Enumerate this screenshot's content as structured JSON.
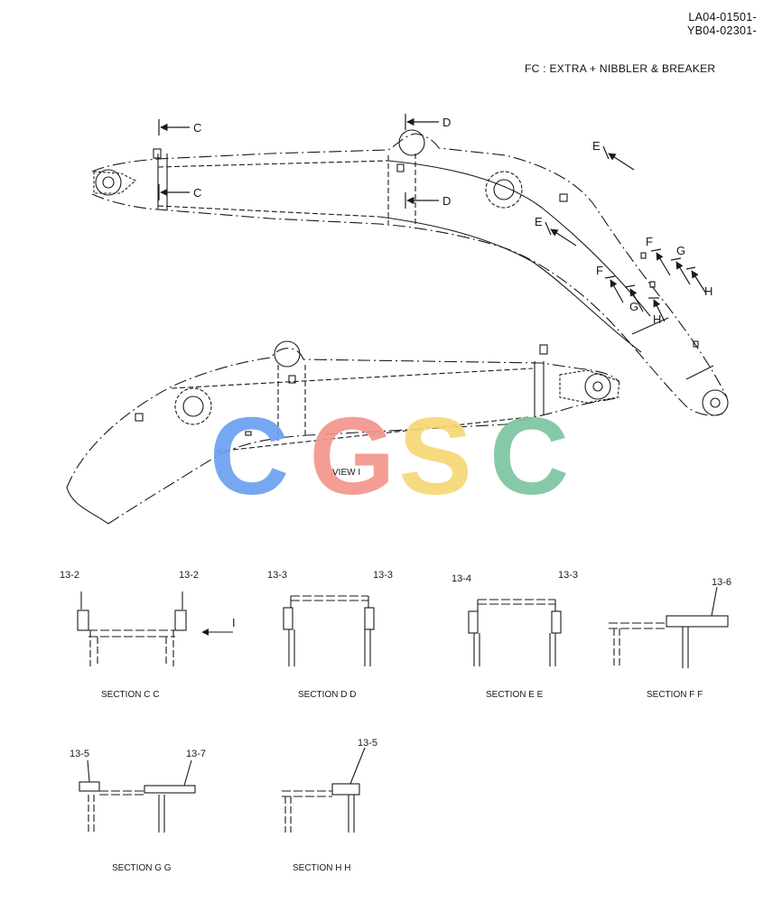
{
  "header": {
    "code_1": "LA04-01501-",
    "code_2": "YB04-02301-",
    "note": "FC : EXTRA +  NIBBLER & BREAKER"
  },
  "boom_view": {
    "markers": {
      "c_top": "C",
      "c_bottom": "C",
      "d_top": "D",
      "d_bottom": "D",
      "e_top": "E",
      "e_bottom": "E",
      "f_upper": "F",
      "f_lower": "F",
      "g_upper": "G",
      "g_lower": "G",
      "h_upper": "H",
      "h_lower": "H"
    },
    "view_label": "VIEW  I"
  },
  "watermark": {
    "letters": [
      "C",
      "G",
      "S",
      "C"
    ],
    "colors": [
      "#6aa0f0",
      "#f2958c",
      "#f6d775",
      "#7cc4a2"
    ]
  },
  "sections": {
    "cc": {
      "title": "SECTION  C C",
      "left_part": "13-2",
      "right_part": "13-2",
      "view_arrow": "I"
    },
    "dd": {
      "title": "SECTION  D D",
      "left_part": "13-3",
      "right_part": "13-3"
    },
    "ee": {
      "title": "SECTION  E E",
      "left_part": "13-4",
      "right_part": "13-3"
    },
    "ff": {
      "title": "SECTION  F F",
      "part": "13-6"
    },
    "gg": {
      "title": "SECTION  G G",
      "left_part": "13-5",
      "right_part": "13-7"
    },
    "hh": {
      "title": "SECTION  H H",
      "part": "13-5"
    }
  },
  "colors": {
    "ink": "#1a1a1a",
    "paper": "#ffffff"
  }
}
